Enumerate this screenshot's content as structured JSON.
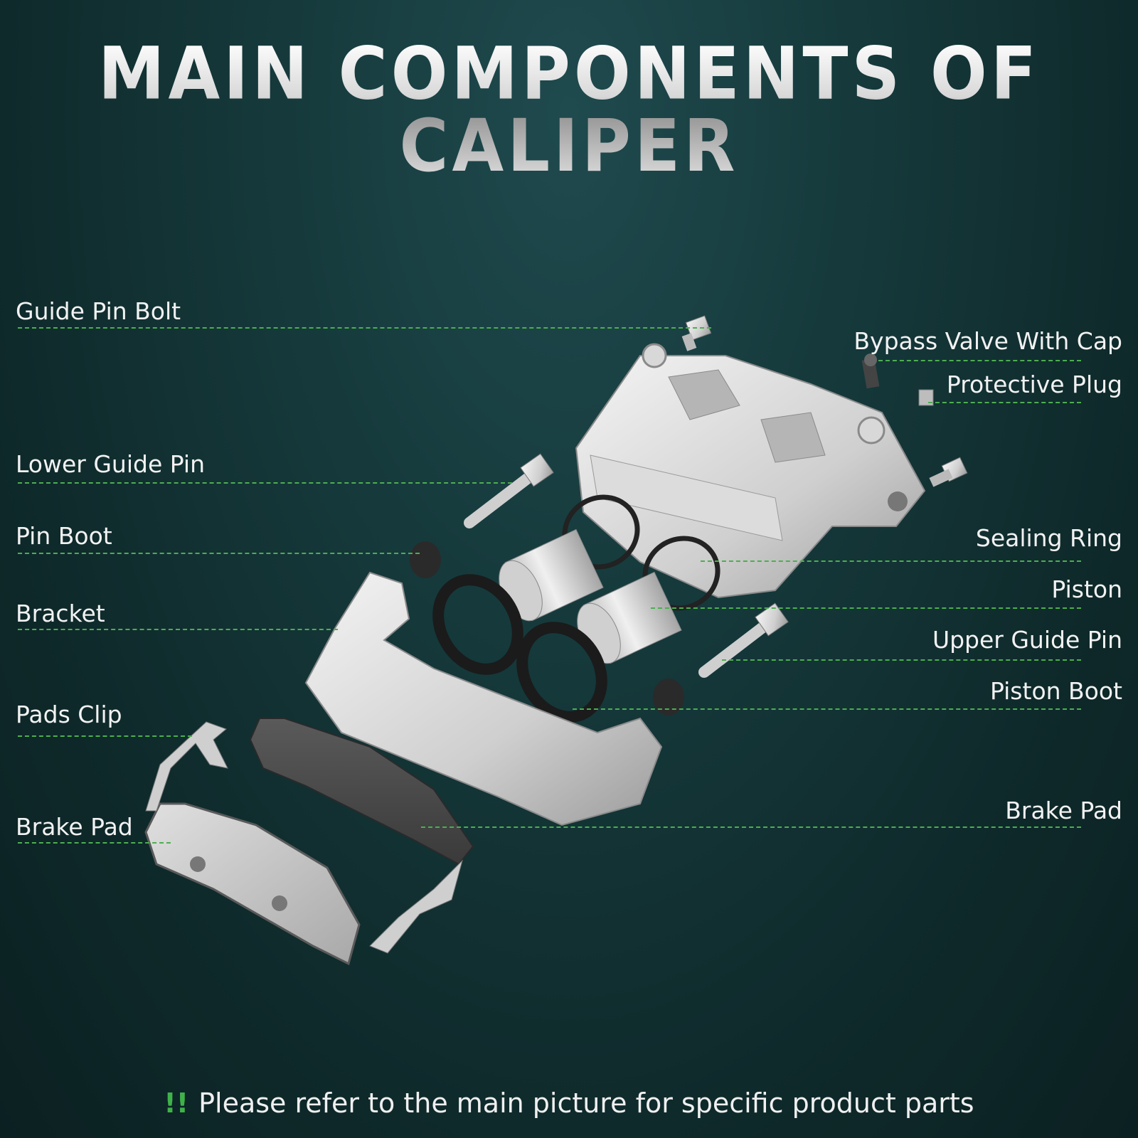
{
  "title": "MAIN COMPONENTS OF CALIPER",
  "labels_left": {
    "guide_pin_bolt": "Guide Pin Bolt",
    "lower_guide_pin": "Lower Guide Pin",
    "pin_boot": "Pin Boot",
    "bracket": "Bracket",
    "pads_clip": "Pads Clip",
    "brake_pad": "Brake Pad"
  },
  "labels_right": {
    "bypass_valve_with_cap": "Bypass Valve With Cap",
    "protective_plug": "Protective Plug",
    "sealing_ring": "Sealing Ring",
    "piston": "Piston",
    "upper_guide_pin": "Upper Guide Pin",
    "piston_boot": "Piston Boot",
    "brake_pad": "Brake Pad"
  },
  "footer": {
    "warning_mark": "!!",
    "text": "Please refer to the main picture for specific product parts"
  },
  "colors": {
    "leader_line": "#4caf50",
    "warning_mark": "#3fb24a",
    "background": "#163a3c"
  }
}
